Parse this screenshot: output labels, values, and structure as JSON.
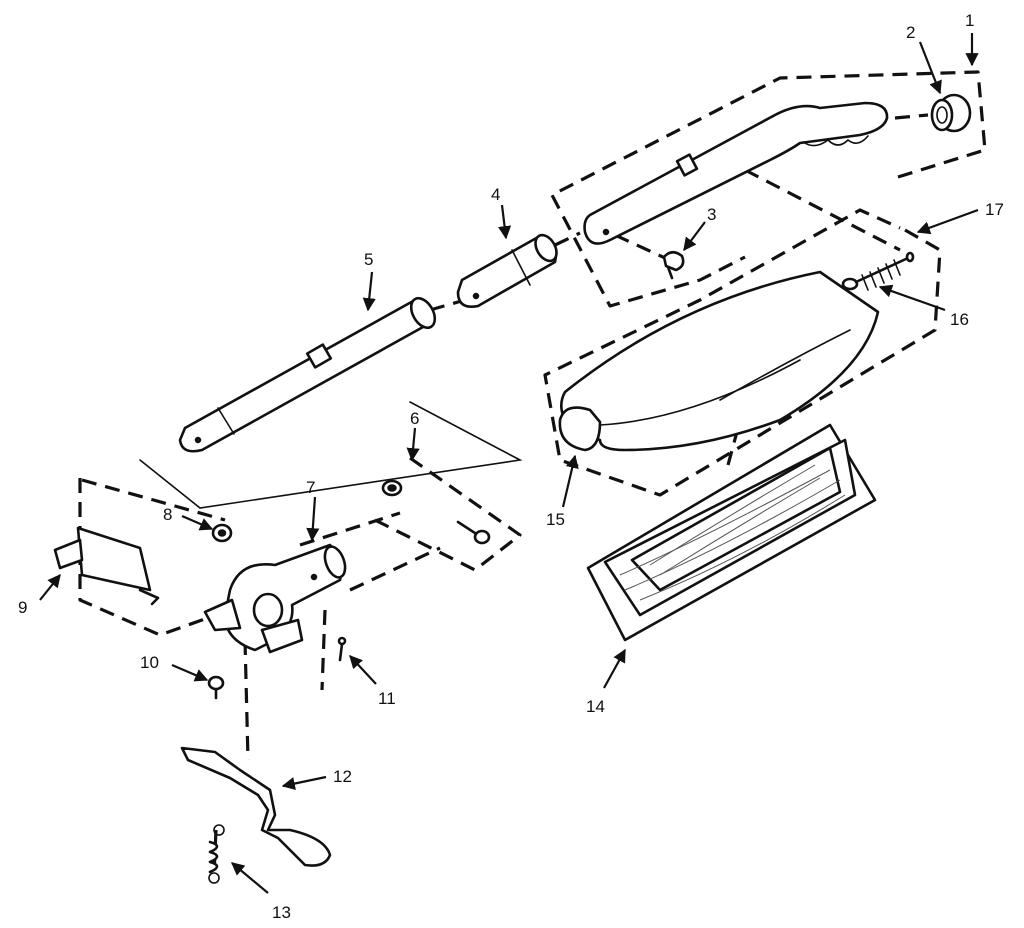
{
  "callouts": [
    "1",
    "2",
    "3",
    "4",
    "5",
    "6",
    "7",
    "8",
    "9",
    "10",
    "11",
    "12",
    "13",
    "14",
    "15",
    "16",
    "17"
  ],
  "parts": {
    "upper_handle": "upper handle with grip",
    "grip_bushing": "handle end bushing",
    "screw": "screw",
    "middle_tube": "middle handle tube",
    "lower_tube": "lower handle tube",
    "bracket": "handle bracket",
    "handle_socket": "handle socket",
    "nut": "nut",
    "cord_hook": "cord hook",
    "bag_spring": "bag spring",
    "bag": "outer bag",
    "filter": "filter bag"
  }
}
